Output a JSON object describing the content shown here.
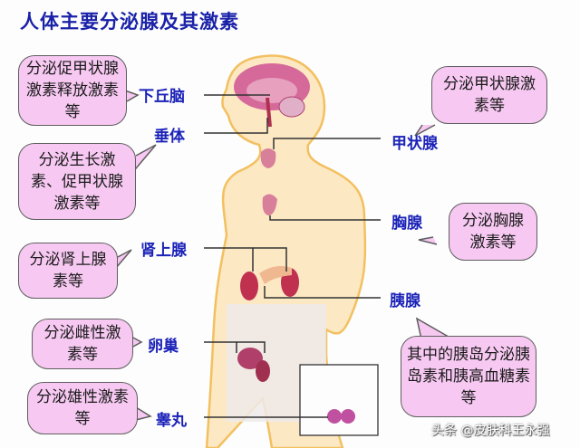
{
  "title": "人体主要分泌腺及其激素",
  "glands": [
    {
      "id": "hypothalamus",
      "label": "下丘脑",
      "bubble": "分泌促甲状腺激素释放激素等"
    },
    {
      "id": "pituitary",
      "label": "垂体",
      "bubble": "分泌生长激素、促甲状腺激素等"
    },
    {
      "id": "thyroid",
      "label": "甲状腺",
      "bubble": "分泌甲状腺激素等"
    },
    {
      "id": "thymus",
      "label": "胸腺",
      "bubble": "分泌胸腺激素等"
    },
    {
      "id": "adrenal",
      "label": "肾上腺",
      "bubble": "分泌肾上腺素等"
    },
    {
      "id": "pancreas",
      "label": "胰腺",
      "bubble": "其中的胰岛分泌胰岛素和胰高血糖素等"
    },
    {
      "id": "ovary",
      "label": "卵巢",
      "bubble": "分泌雌性激素等"
    },
    {
      "id": "testis",
      "label": "睾丸",
      "bubble": "分泌雄性激素等"
    }
  ],
  "watermark": "头条 @皮肤科王永强",
  "colors": {
    "title": "#1a22a8",
    "label": "#1b22b8",
    "bubble_fill": "#f7c9f2",
    "bubble_border": "#5e5e5e",
    "skin": "#fde8c4",
    "skin_outline": "#f2c060",
    "organ": "#c0304f"
  }
}
